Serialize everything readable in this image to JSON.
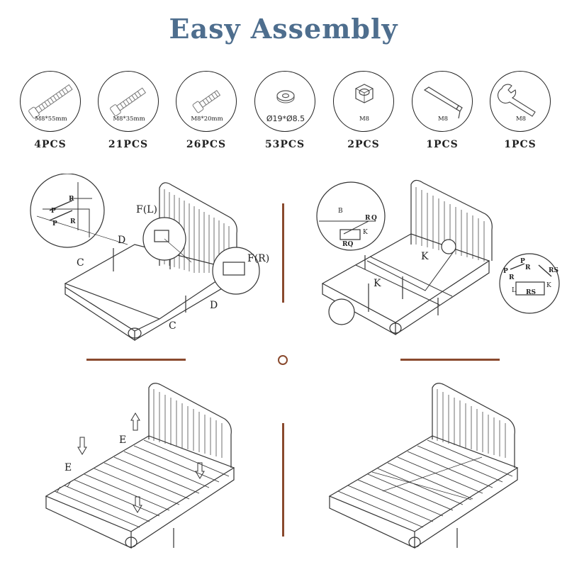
{
  "title": "Easy Assembly",
  "colors": {
    "title": "#4e6e8e",
    "divider": "#8a4a2e",
    "line": "#333333"
  },
  "parts": [
    {
      "icon": "bolt-long-icon",
      "size": "M8*55mm",
      "qty": "4PCS"
    },
    {
      "icon": "bolt-medium-icon",
      "size": "M8*35mm",
      "qty": "21PCS"
    },
    {
      "icon": "bolt-short-icon",
      "size": "M8*20mm",
      "qty": "26PCS"
    },
    {
      "icon": "washer-icon",
      "size": "Ø19*Ø8.5",
      "qty": "53PCS"
    },
    {
      "icon": "hex-nut-icon",
      "size": "M8",
      "qty": "2PCS"
    },
    {
      "icon": "allen-key-icon",
      "size": "M8",
      "qty": "1PCS"
    },
    {
      "icon": "wrench-icon",
      "size": "M8",
      "qty": "1PCS"
    }
  ],
  "step1": {
    "labels": {
      "fl": "F(L)",
      "fr": "F(R)",
      "c_left": "C",
      "c_bottom": "C",
      "d_top": "D",
      "d_right": "D"
    },
    "detail": {
      "r1": "R",
      "r2": "R",
      "p1": "P",
      "p2": "P"
    }
  },
  "step2": {
    "labels": {
      "k1": "K",
      "k2": "K"
    },
    "detail_left": {
      "b": "B",
      "r": "R",
      "q": "Q",
      "k": "K",
      "rq": "RQ"
    },
    "detail_right": {
      "p1": "P",
      "p2": "P",
      "r1": "R",
      "r2": "R",
      "rs1": "RS",
      "rs2": "RS",
      "k": "K",
      "l": "L"
    }
  },
  "step3": {
    "labels": {
      "e1": "E",
      "e2": "E"
    }
  }
}
